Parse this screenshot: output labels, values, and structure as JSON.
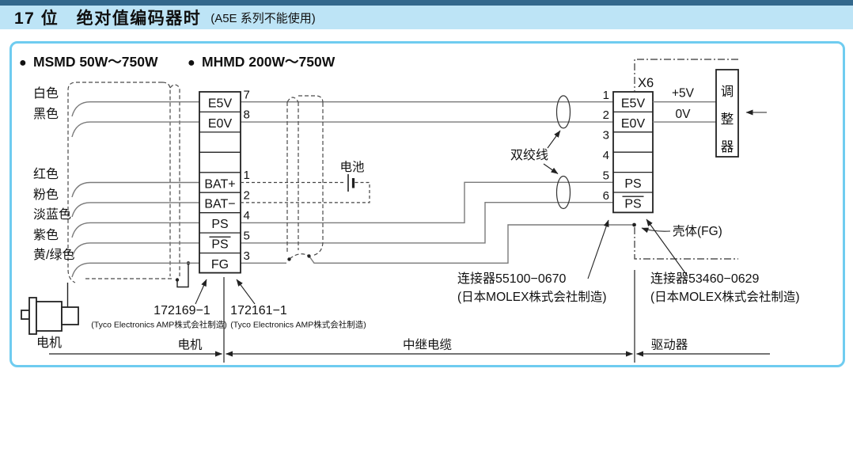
{
  "colors": {
    "top_strip": "#33688c",
    "title_bg": "#bde4f6",
    "panel_border": "#6fccf0"
  },
  "title": {
    "heading": "17 位　绝对值编码器时",
    "note": "(A5E 系列不能使用)"
  },
  "models": {
    "bullet": "●",
    "msmd": "MSMD 50W～750W",
    "mhmd": "MHMD 200W～750W"
  },
  "wire_colors": {
    "white": "白色",
    "black": "黑色",
    "red": "红色",
    "pink": "粉色",
    "light_blue": "淡蓝色",
    "purple": "紫色",
    "yellow_green": "黄/绿色"
  },
  "encoder_connector": {
    "rows": [
      {
        "pin": "7",
        "label": "E5V"
      },
      {
        "pin": "8",
        "label": "E0V"
      },
      {
        "pin": "",
        "label": ""
      },
      {
        "pin": "",
        "label": ""
      },
      {
        "pin": "1",
        "label": "BAT+"
      },
      {
        "pin": "2",
        "label": "BAT−"
      },
      {
        "pin": "4",
        "label": "PS"
      },
      {
        "pin": "5",
        "label": "PS",
        "overline": true
      },
      {
        "pin": "3",
        "label": "FG"
      }
    ],
    "motor_side_part": "172169−1",
    "motor_side_maker": "(Tyco Electronics AMP株式会社制造)",
    "cable_side_part": "172161−1",
    "cable_side_maker": "(Tyco Electronics AMP株式会社制造)"
  },
  "x6_connector": {
    "name": "X6",
    "rows": [
      {
        "pin": "1",
        "label": "E5V"
      },
      {
        "pin": "2",
        "label": "E0V"
      },
      {
        "pin": "3",
        "label": ""
      },
      {
        "pin": "4",
        "label": ""
      },
      {
        "pin": "5",
        "label": "PS"
      },
      {
        "pin": "6",
        "label": "PS",
        "overline": true
      }
    ],
    "cable_side_part": "连接器55100−0670",
    "cable_side_maker": "(日本MOLEX株式会社制造)",
    "board_side_part": "连接器53460−0629",
    "board_side_maker": "(日本MOLEX株式会社制造)",
    "shell_label": "壳体(FG)"
  },
  "labels": {
    "battery": "电池",
    "twisted_pair": "双绞线",
    "plus_5v": "+5V",
    "zero_v": "0V",
    "regulator_chars": [
      "调",
      "整",
      "器"
    ],
    "motor": "电机",
    "section_motor": "电机",
    "section_relay_cable": "中继电缆",
    "section_driver": "驱动器"
  }
}
